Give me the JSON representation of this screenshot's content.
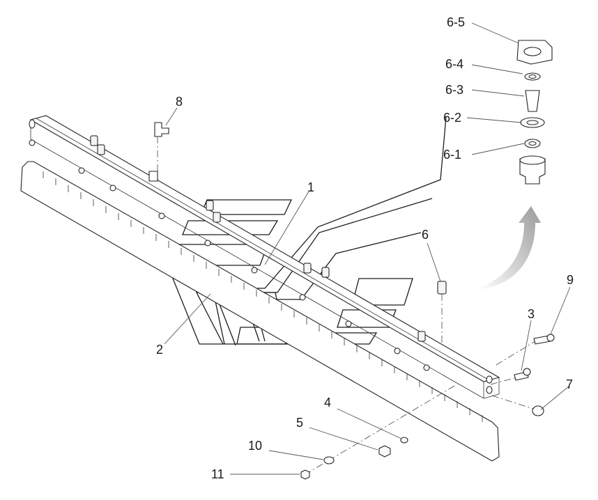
{
  "diagram": {
    "callouts": [
      {
        "id": "c-6-5",
        "label": "6-5"
      },
      {
        "id": "c-6-4",
        "label": "6-4"
      },
      {
        "id": "c-6-3",
        "label": "6-3"
      },
      {
        "id": "c-6-2",
        "label": "6-2"
      },
      {
        "id": "c-6-1",
        "label": "6-1"
      },
      {
        "id": "c-8",
        "label": "8"
      },
      {
        "id": "c-1",
        "label": "1"
      },
      {
        "id": "c-6",
        "label": "6"
      },
      {
        "id": "c-9",
        "label": "9"
      },
      {
        "id": "c-3",
        "label": "3"
      },
      {
        "id": "c-2",
        "label": "2"
      },
      {
        "id": "c-7",
        "label": "7"
      },
      {
        "id": "c-4",
        "label": "4"
      },
      {
        "id": "c-5",
        "label": "5"
      },
      {
        "id": "c-10",
        "label": "10"
      },
      {
        "id": "c-11",
        "label": "11"
      }
    ]
  }
}
